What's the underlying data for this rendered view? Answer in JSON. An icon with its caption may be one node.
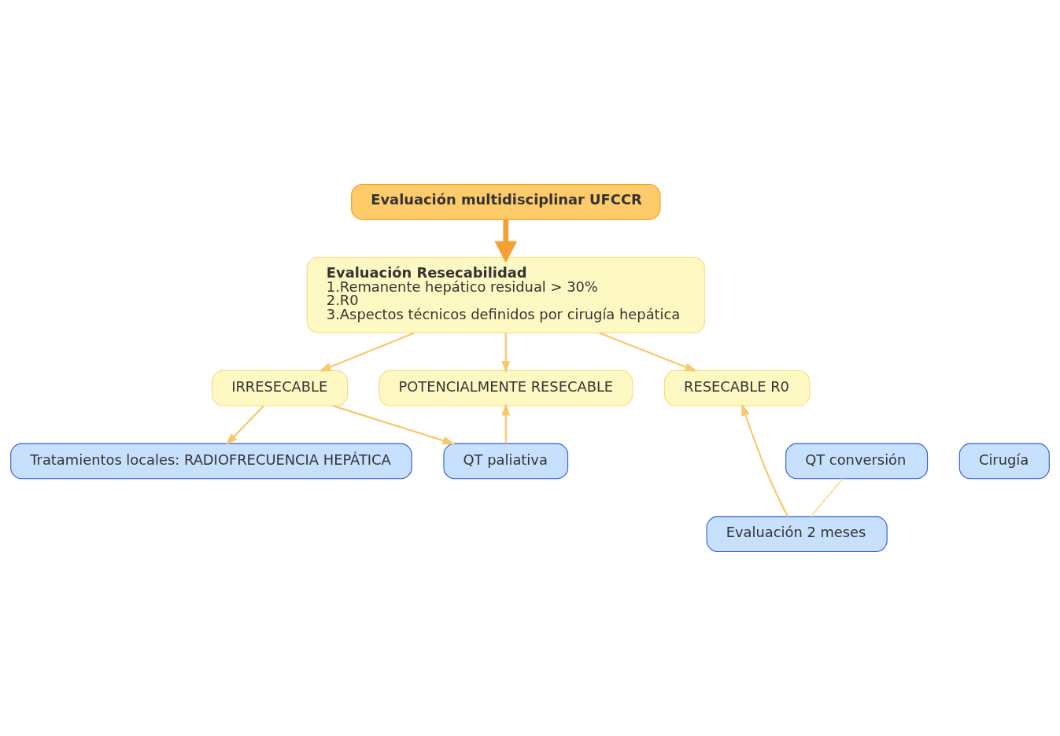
{
  "diagram": {
    "nodes": [
      {
        "text": [
          "Evaluación multidisciplinar UFCCR"
        ]
      },
      {
        "text": [
          "Evaluación Resecabilidad",
          "1.Remanente hepático residual > 30%",
          "2.R0",
          "3.Aspectos técnicos definidos por cirugía hepática"
        ]
      },
      {
        "text": [
          "IRRESECABLE"
        ]
      },
      {
        "text": [
          "POTENCIALMENTE RESECABLE"
        ]
      },
      {
        "text": [
          "RESECABLE R0"
        ]
      },
      {
        "text": [
          "Tratamientos locales: RADIOFRECUENCIA HEPÁTICA"
        ]
      },
      {
        "text": [
          "QT paliativa"
        ]
      },
      {
        "text": [
          "QT conversión"
        ]
      },
      {
        "text": [
          "Evaluación 2 meses"
        ]
      },
      {
        "text": [
          "Cirugía"
        ]
      }
    ],
    "edges": [
      {
        "from": 0,
        "to": 1,
        "arrow": "to",
        "style": "thick",
        "color": "#f5a030"
      },
      {
        "from": 1,
        "to": 2,
        "arrow": "to"
      },
      {
        "from": 1,
        "to": 3,
        "arrow": "to"
      },
      {
        "from": 1,
        "to": 4,
        "arrow": "to"
      },
      {
        "from": 2,
        "to": 5,
        "arrow": "to"
      },
      {
        "from": 2,
        "to": 6,
        "arrow": "to"
      },
      {
        "from": 6,
        "to": 3,
        "arrow": "to"
      },
      {
        "from": 7,
        "to": 8,
        "arrow": "none",
        "color": "#fde4a8"
      },
      {
        "from": 8,
        "to": 4,
        "arrow": "to"
      }
    ]
  }
}
